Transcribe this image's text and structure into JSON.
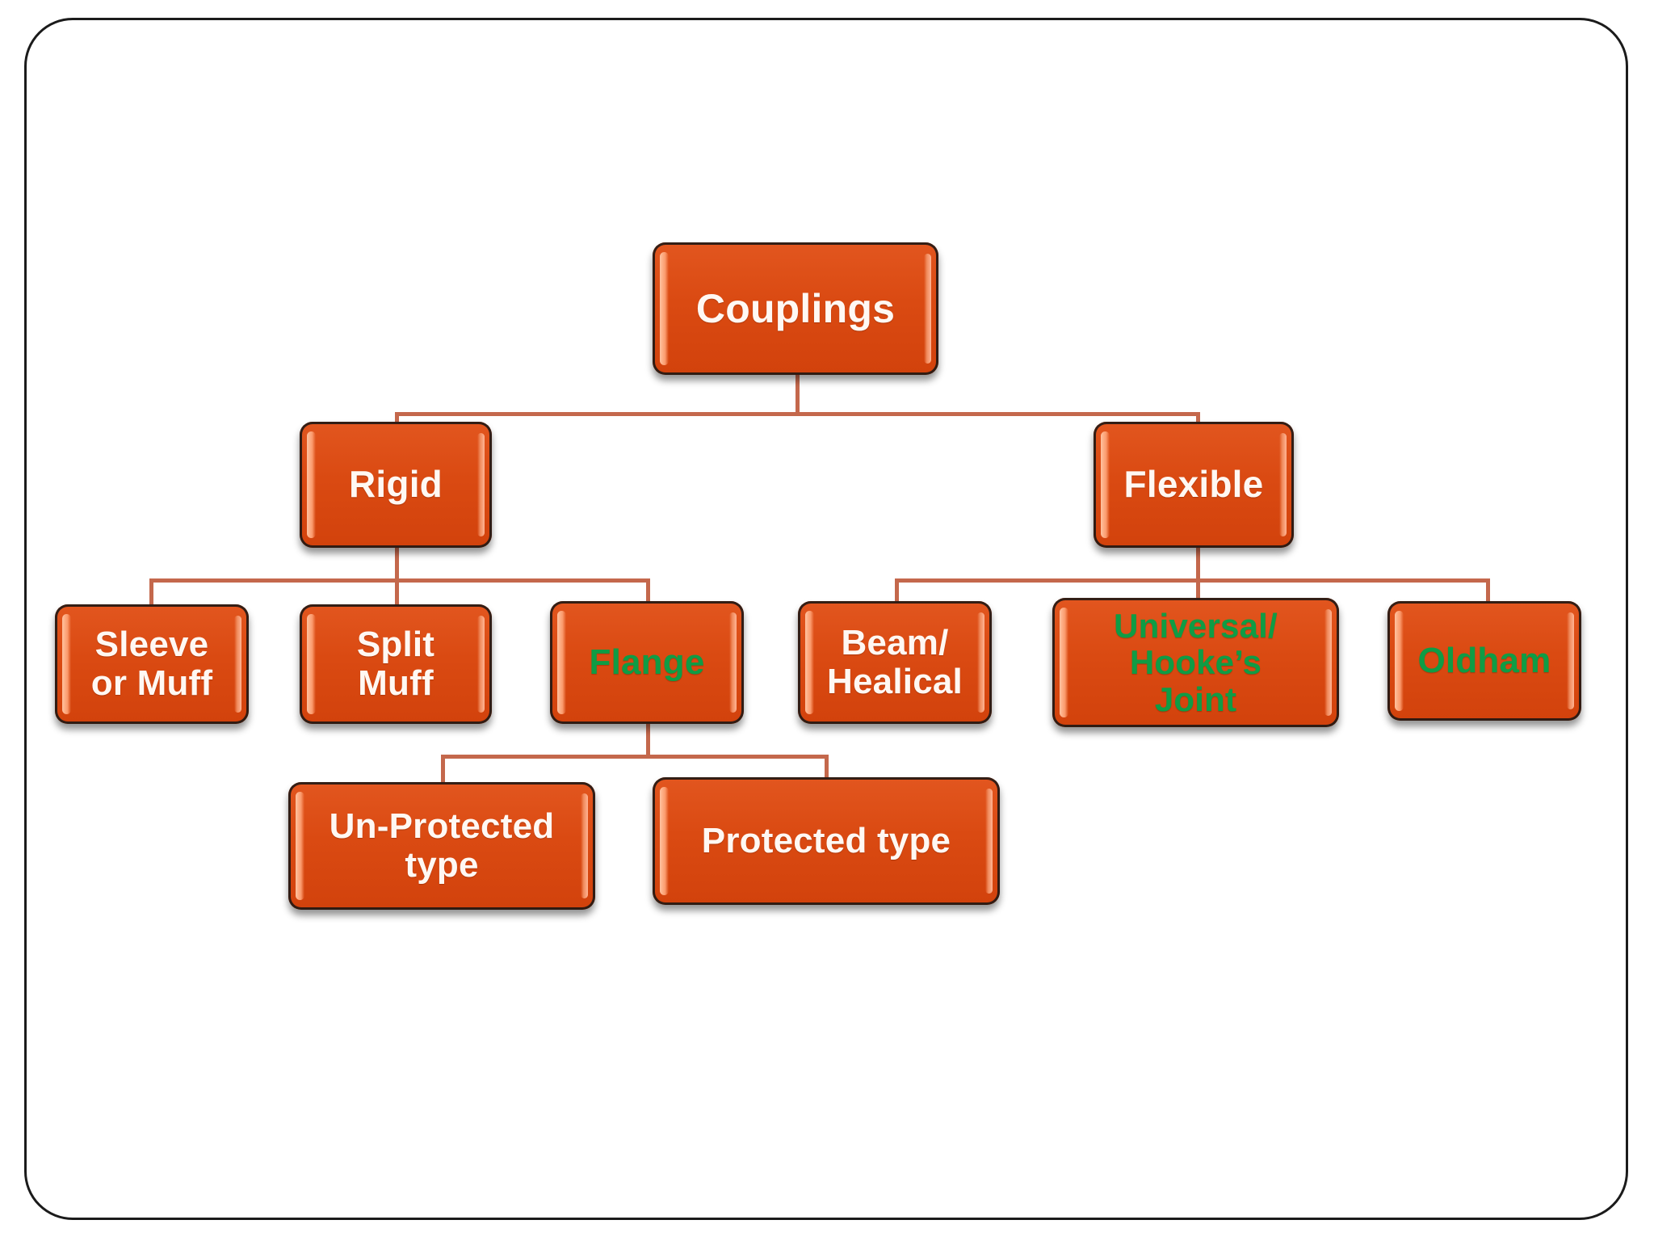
{
  "slide": {
    "title": "Couplings classification chart",
    "background_color": "#ffffff",
    "frame_border_color": "#1b1b1b",
    "node_fill_color": "#d8480f",
    "connector_color": "#c4684c",
    "text_white": "#fff8f3",
    "text_green": "#0f9c45"
  },
  "chart_data": {
    "type": "tree",
    "title": "Couplings",
    "root": "Couplings",
    "nodes": [
      {
        "id": "couplings",
        "label": "Couplings",
        "parent": null,
        "level": 0,
        "text_color": "#fff8f3"
      },
      {
        "id": "rigid",
        "label": "Rigid",
        "parent": "couplings",
        "level": 1,
        "text_color": "#fff8f3"
      },
      {
        "id": "flexible",
        "label": "Flexible",
        "parent": "couplings",
        "level": 1,
        "text_color": "#fff8f3"
      },
      {
        "id": "sleeve",
        "label": "Sleeve\nor Muff",
        "parent": "rigid",
        "level": 2,
        "text_color": "#fff8f3"
      },
      {
        "id": "split",
        "label": "Split\nMuff",
        "parent": "rigid",
        "level": 2,
        "text_color": "#fff8f3"
      },
      {
        "id": "flange",
        "label": "Flange",
        "parent": "rigid",
        "level": 2,
        "text_color": "#0f9c45"
      },
      {
        "id": "beam",
        "label": "Beam/\nHealical",
        "parent": "flexible",
        "level": 2,
        "text_color": "#fff8f3"
      },
      {
        "id": "universal",
        "label": "Universal/\nHooke’s\nJoint",
        "parent": "flexible",
        "level": 2,
        "text_color": "#0f9c45"
      },
      {
        "id": "oldham",
        "label": "Oldham",
        "parent": "flexible",
        "level": 2,
        "text_color": "#0f9c45"
      },
      {
        "id": "unprotected",
        "label": "Un-Protected\ntype",
        "parent": "flange",
        "level": 3,
        "text_color": "#fff8f3"
      },
      {
        "id": "protected",
        "label": "Protected type",
        "parent": "flange",
        "level": 3,
        "text_color": "#fff8f3"
      }
    ]
  },
  "nodes": {
    "couplings": "Couplings",
    "rigid": "Rigid",
    "flexible": "Flexible",
    "sleeve_or_muff": "Sleeve\nor Muff",
    "split_muff": "Split\nMuff",
    "flange": "Flange",
    "beam_healical": "Beam/\nHealical",
    "universal_hookes_joint": "Universal/\nHooke’s\nJoint",
    "oldham": "Oldham",
    "un_protected_type": "Un-Protected\ntype",
    "protected_type": "Protected type"
  }
}
